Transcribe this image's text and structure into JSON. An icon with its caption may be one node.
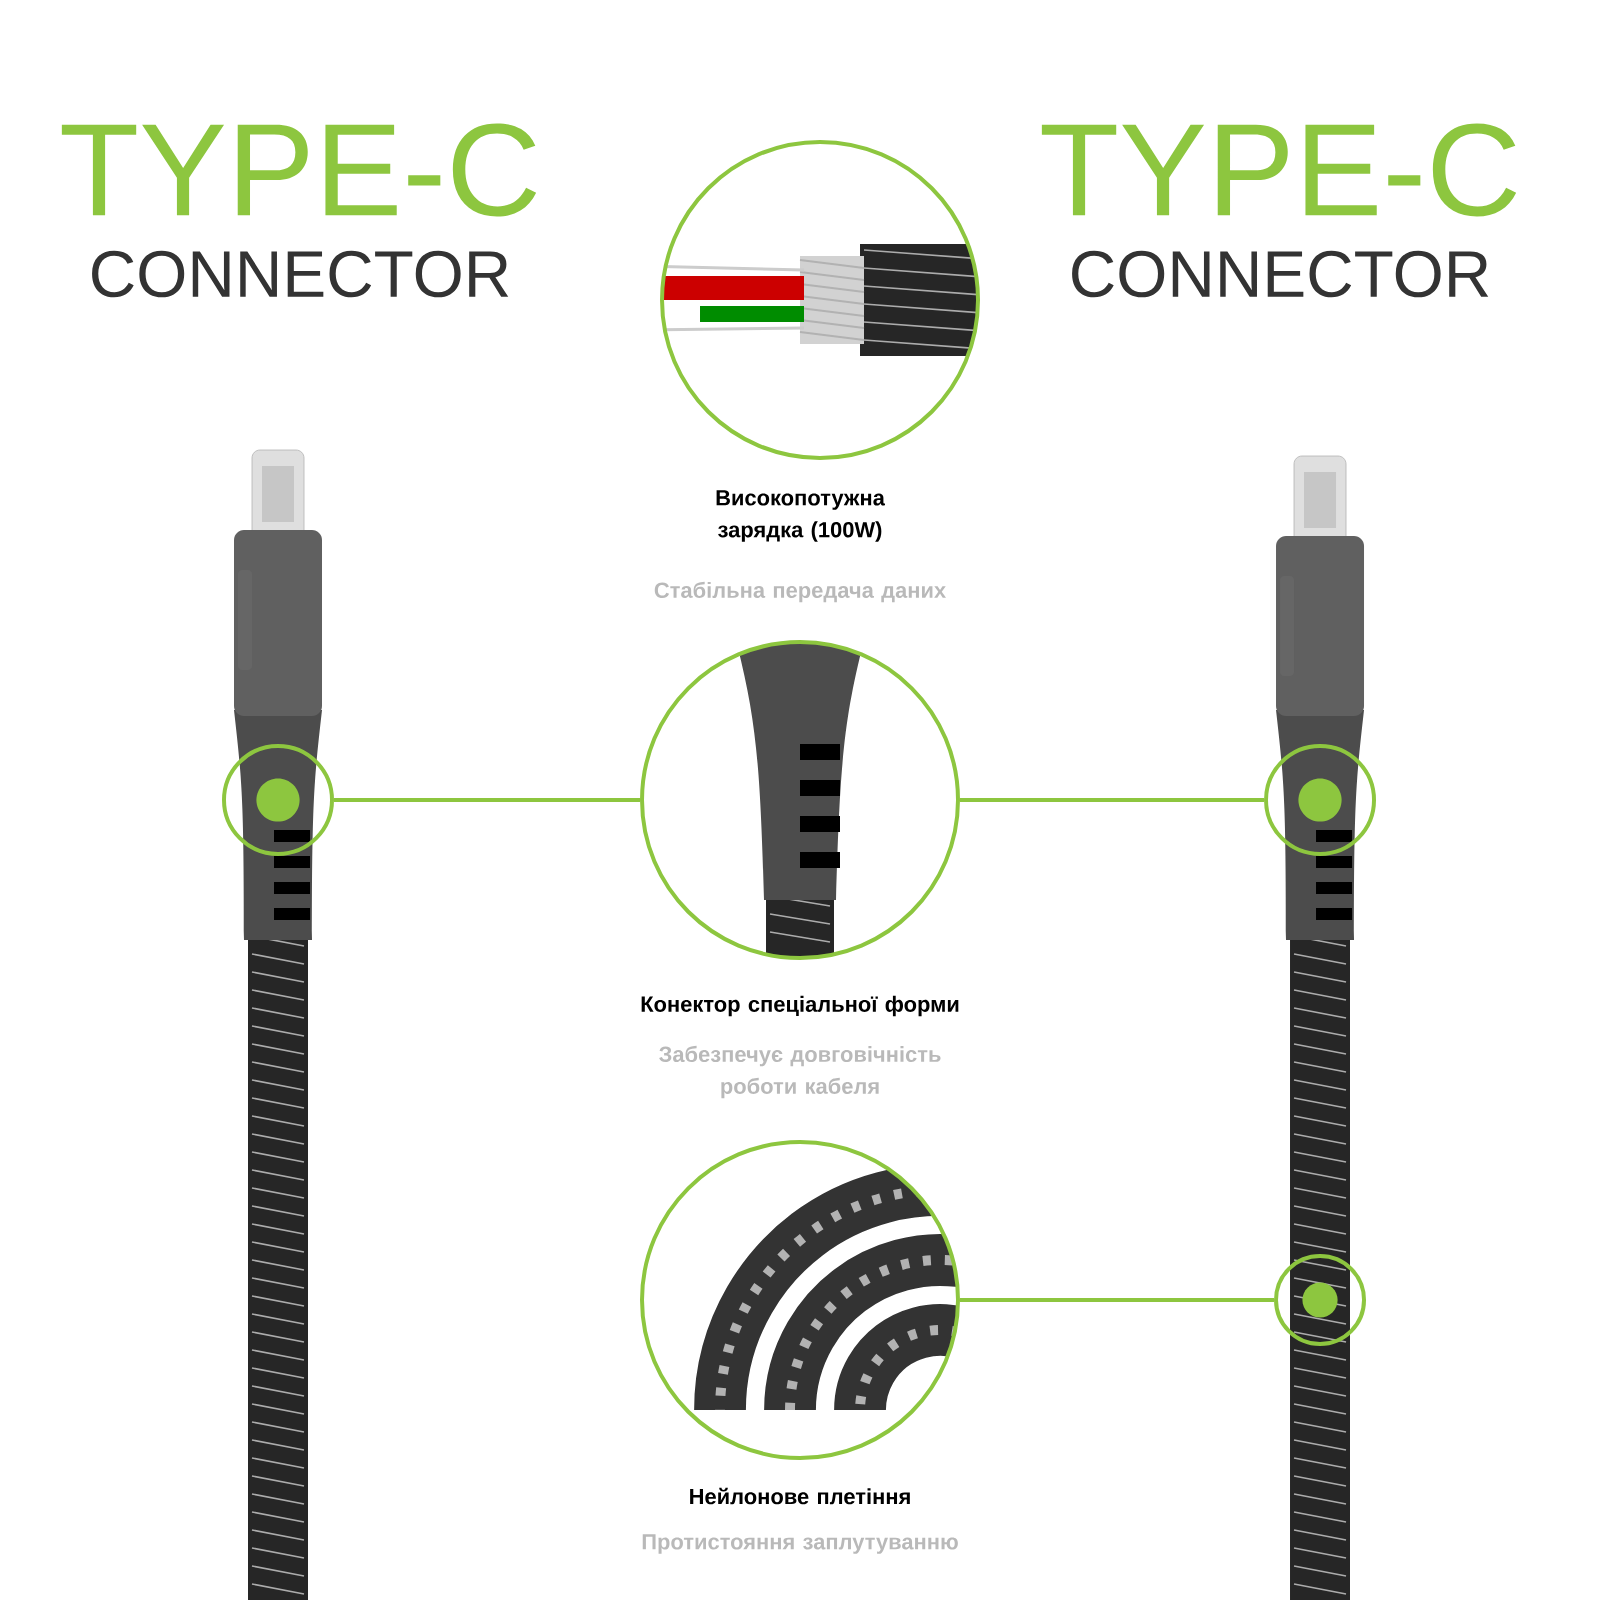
{
  "diagram": {
    "nodes": [
      {
        "text": [],
        "shape": "picture",
        "beside": [
          "Високопотужна зарядка (100W)",
          "Стабільна передача даних"
        ]
      },
      {
        "text": [],
        "shape": "circle"
      },
      {
        "text": [],
        "shape": "picture",
        "beside": [
          "Конектор спеціальної форми",
          "Забезпечує довговічність роботи кабеля"
        ]
      },
      {
        "text": [],
        "shape": "circle"
      },
      {
        "text": [],
        "shape": "picture",
        "beside": [
          "Нейлонове плетіння",
          "Протистояння заплутуванню"
        ]
      },
      {
        "text": [],
        "shape": "circle"
      }
    ],
    "edges": [
      {
        "from": 1,
        "to": 2,
        "arrow": "none"
      },
      {
        "from": 2,
        "to": 3,
        "arrow": "none"
      },
      {
        "from": 4,
        "to": 5,
        "arrow": "none"
      }
    ],
    "labels": [
      "TYPE-C",
      "CONNECTOR",
      "TYPE-C",
      "CONNECTOR"
    ]
  }
}
